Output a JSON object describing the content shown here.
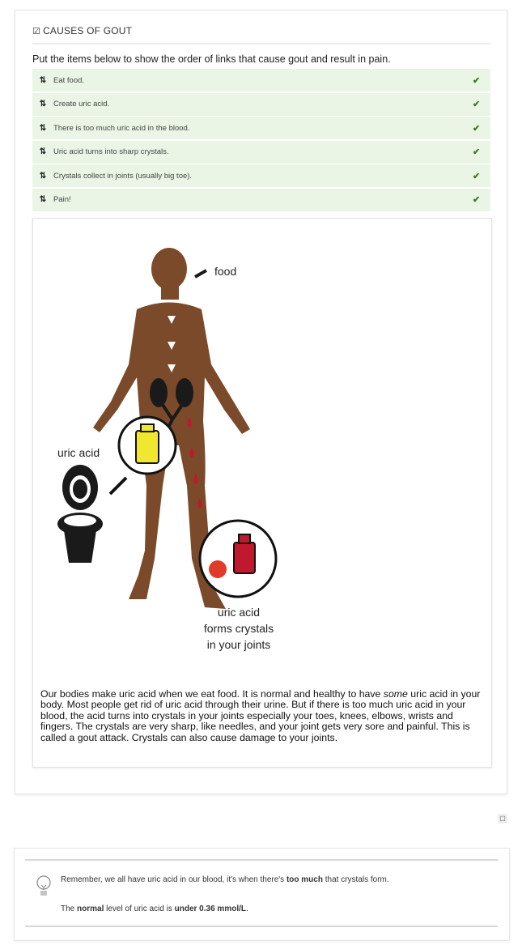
{
  "header": {
    "icon": "edit-checkbox-icon",
    "title": "CAUSES OF GOUT"
  },
  "prompt": "Put the items below to show the order of links that cause gout and result in pain.",
  "items": [
    {
      "label": "Eat food.",
      "status": "correct"
    },
    {
      "label": "Create uric acid.",
      "status": "correct"
    },
    {
      "label": "There is too much uric acid in the blood.",
      "status": "correct"
    },
    {
      "label": "Uric acid turns into sharp crystals.",
      "status": "correct"
    },
    {
      "label": "Crystals collect in joints (usually big toe).",
      "status": "correct"
    },
    {
      "label": "Pain!",
      "status": "correct"
    }
  ],
  "glyphs": {
    "reorder": "⇅",
    "check": "✔",
    "edit": "☑",
    "chat": "▢"
  },
  "figure": {
    "food": "food",
    "uric_acid": "uric acid",
    "crystals_line1": "uric acid",
    "crystals_line2": "forms crystals",
    "crystals_line3": "in your joints"
  },
  "paragraph": {
    "p1": "Our bodies make uric acid when we eat food. It is normal and healthy to have ",
    "em": "some",
    "p2": " uric acid in your body. Most people get rid of uric acid through their urine. But if there is too much uric acid in your blood, the acid turns into crystals in your joints especially your toes, knees, elbows, wrists and fingers. The crystals are very sharp, like needles, and your joint gets very sore and painful. This is called a gout attack. Crystals can also cause damage to your joints."
  },
  "tip": {
    "l1a": "Remember, we all have uric acid in our blood, it's when there's ",
    "l1b": "too much",
    "l1c": " that crystals form.",
    "l2a": "The ",
    "l2b": "normal",
    "l2c": " level of uric acid is ",
    "l2d": "under 0.36 mmol/L",
    "l2e": "."
  },
  "colors": {
    "correct_bg": "#eaf5e6",
    "check": "#3d7a1a",
    "skin": "#7a4a2a",
    "blood": "#c0182c",
    "urine": "#f0e830"
  }
}
